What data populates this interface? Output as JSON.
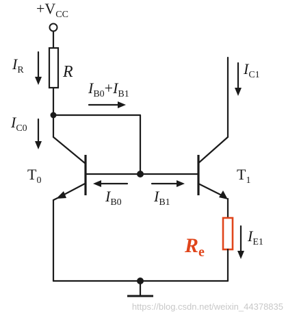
{
  "colors": {
    "ink": "#1a1a1a",
    "highlight": "#e0451b",
    "watermark": "#c8c8c8",
    "background": "#ffffff"
  },
  "supply": {
    "symbol": "+V",
    "subscript": "CC"
  },
  "labels": {
    "I_R": {
      "main": "I",
      "sub": "R"
    },
    "R": "R",
    "I_B0_plus_B1": {
      "i1": "I",
      "s1": "B0",
      "plus": "+",
      "i2": "I",
      "s2": "B1"
    },
    "I_C0": {
      "main": "I",
      "sub": "C0"
    },
    "T0": {
      "main": "T",
      "sub": "0"
    },
    "I_B0": {
      "main": "I",
      "sub": "B0"
    },
    "I_B1": {
      "main": "I",
      "sub": "B1"
    },
    "T1": {
      "main": "T",
      "sub": "1"
    },
    "I_C1": {
      "main": "I",
      "sub": "C1"
    },
    "Re": {
      "main": "R",
      "sub": "e"
    },
    "I_E1": {
      "main": "I",
      "sub": "E1"
    }
  },
  "watermark": "https://blog.csdn.net/weixin_44378835"
}
